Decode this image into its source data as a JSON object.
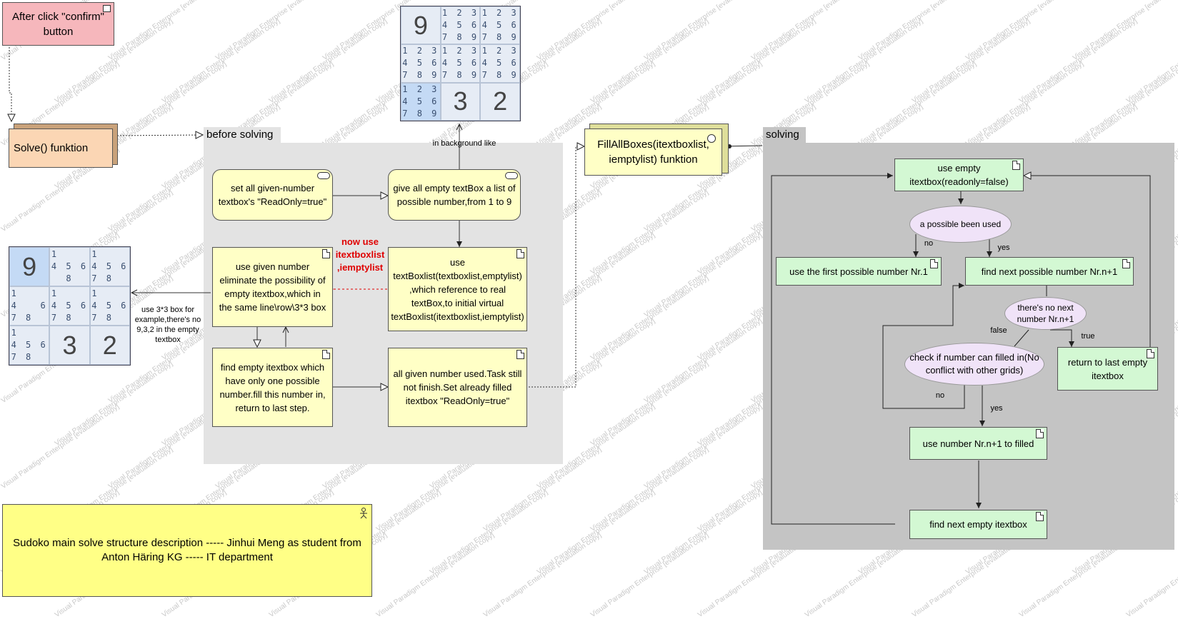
{
  "diagram": {
    "start_note": "After click \"confirm\" button",
    "solve_node": "Solve() funktion",
    "before_solving_group": "before solving",
    "solving_group": "solving",
    "steps_before": {
      "set_readonly": "set all given-number textbox's \"ReadOnly=true\"",
      "give_list": "give all empty textBox a list of possible number,from 1 to 9",
      "use_textboxlist": "use textBoxlist(textboxlist,emptylist) ,which reference to real textBox,to initial virtual textBoxlist(itextboxlist,iemptylist)",
      "eliminate": "use given number eliminate the possibility of empty itextbox,which in the same line\\row\\3*3 box",
      "find_only_one": "find empty itextbox which have only one possible number.fill this number in, return to last step.",
      "all_used": "all given number used.Task still not finish.Set already filled itextbox \"ReadOnly=true\""
    },
    "fill_all_boxes": "FillAllBoxes(itextboxlist, iemptylist) funktion",
    "steps_solving": {
      "use_empty": "use empty itextbox(readonly=false)",
      "possible_used": "a possible been used",
      "use_first": "use the first possible number Nr.1",
      "find_next_possible": "find next possible number Nr.n+1",
      "no_next": "there's no next number Nr.n+1",
      "check_fill": "check if number can filled in(No conflict with other grids)",
      "return_last": "return to last empty itextbox",
      "use_number": "use number Nr.n+1 to filled",
      "find_next_empty": "find next empty itextbox"
    },
    "labels": {
      "in_background": "in background like",
      "now_use": "now use itextboxlist ,iemptylist",
      "example_note": "use 3*3 box for example,there's no 9,3,2 in the empty textbox",
      "no1": "no",
      "yes1": "yes",
      "false": "false",
      "true": "true",
      "no2": "no",
      "yes2": "yes"
    },
    "footer": "Sudoko main solve structure description ----- Jinhui Meng as student from Anton Häring KG  ----- IT department",
    "watermark": "Visual Paradigm Enterprise [evaluation copy]"
  },
  "sudoku_top": {
    "cells": [
      {
        "big": "9",
        "sel": false
      },
      {
        "small": "1 2 3\n4 5 6\n7 8 9"
      },
      {
        "small": "1 2 3\n4 5 6\n7 8 9"
      },
      {
        "small": "1 2 3\n4 5 6\n7 8 9"
      },
      {
        "small": "1 2 3\n4 5 6\n7 8 9"
      },
      {
        "small": "1 2 3\n4 5 6\n7 8 9"
      },
      {
        "small": "1 2 3\n4 5 6\n7 8 9",
        "sel": true
      },
      {
        "big": "3"
      },
      {
        "big": "2"
      }
    ]
  },
  "sudoku_left": {
    "cells": [
      {
        "big": "9",
        "sel": true
      },
      {
        "small": "1    \n4 5 6\n  8  "
      },
      {
        "small": "1    \n4 5 6\n7 8  "
      },
      {
        "small": "1    \n4   6\n7 8  "
      },
      {
        "small": "1    \n4 5 6\n7 8  "
      },
      {
        "small": "1    \n4 5 6\n7 8  "
      },
      {
        "small": "1    \n4 5 6\n7 8  "
      },
      {
        "big": "3"
      },
      {
        "big": "2"
      }
    ]
  },
  "colors": {
    "yellow": "#ffffc6",
    "green": "#d3f8d3",
    "pink": "#f6b7bc",
    "ellipse": "#f0e3f8",
    "group_light": "#e3e3e3",
    "group_dark": "#c4c4c4",
    "red": "#e00000"
  }
}
